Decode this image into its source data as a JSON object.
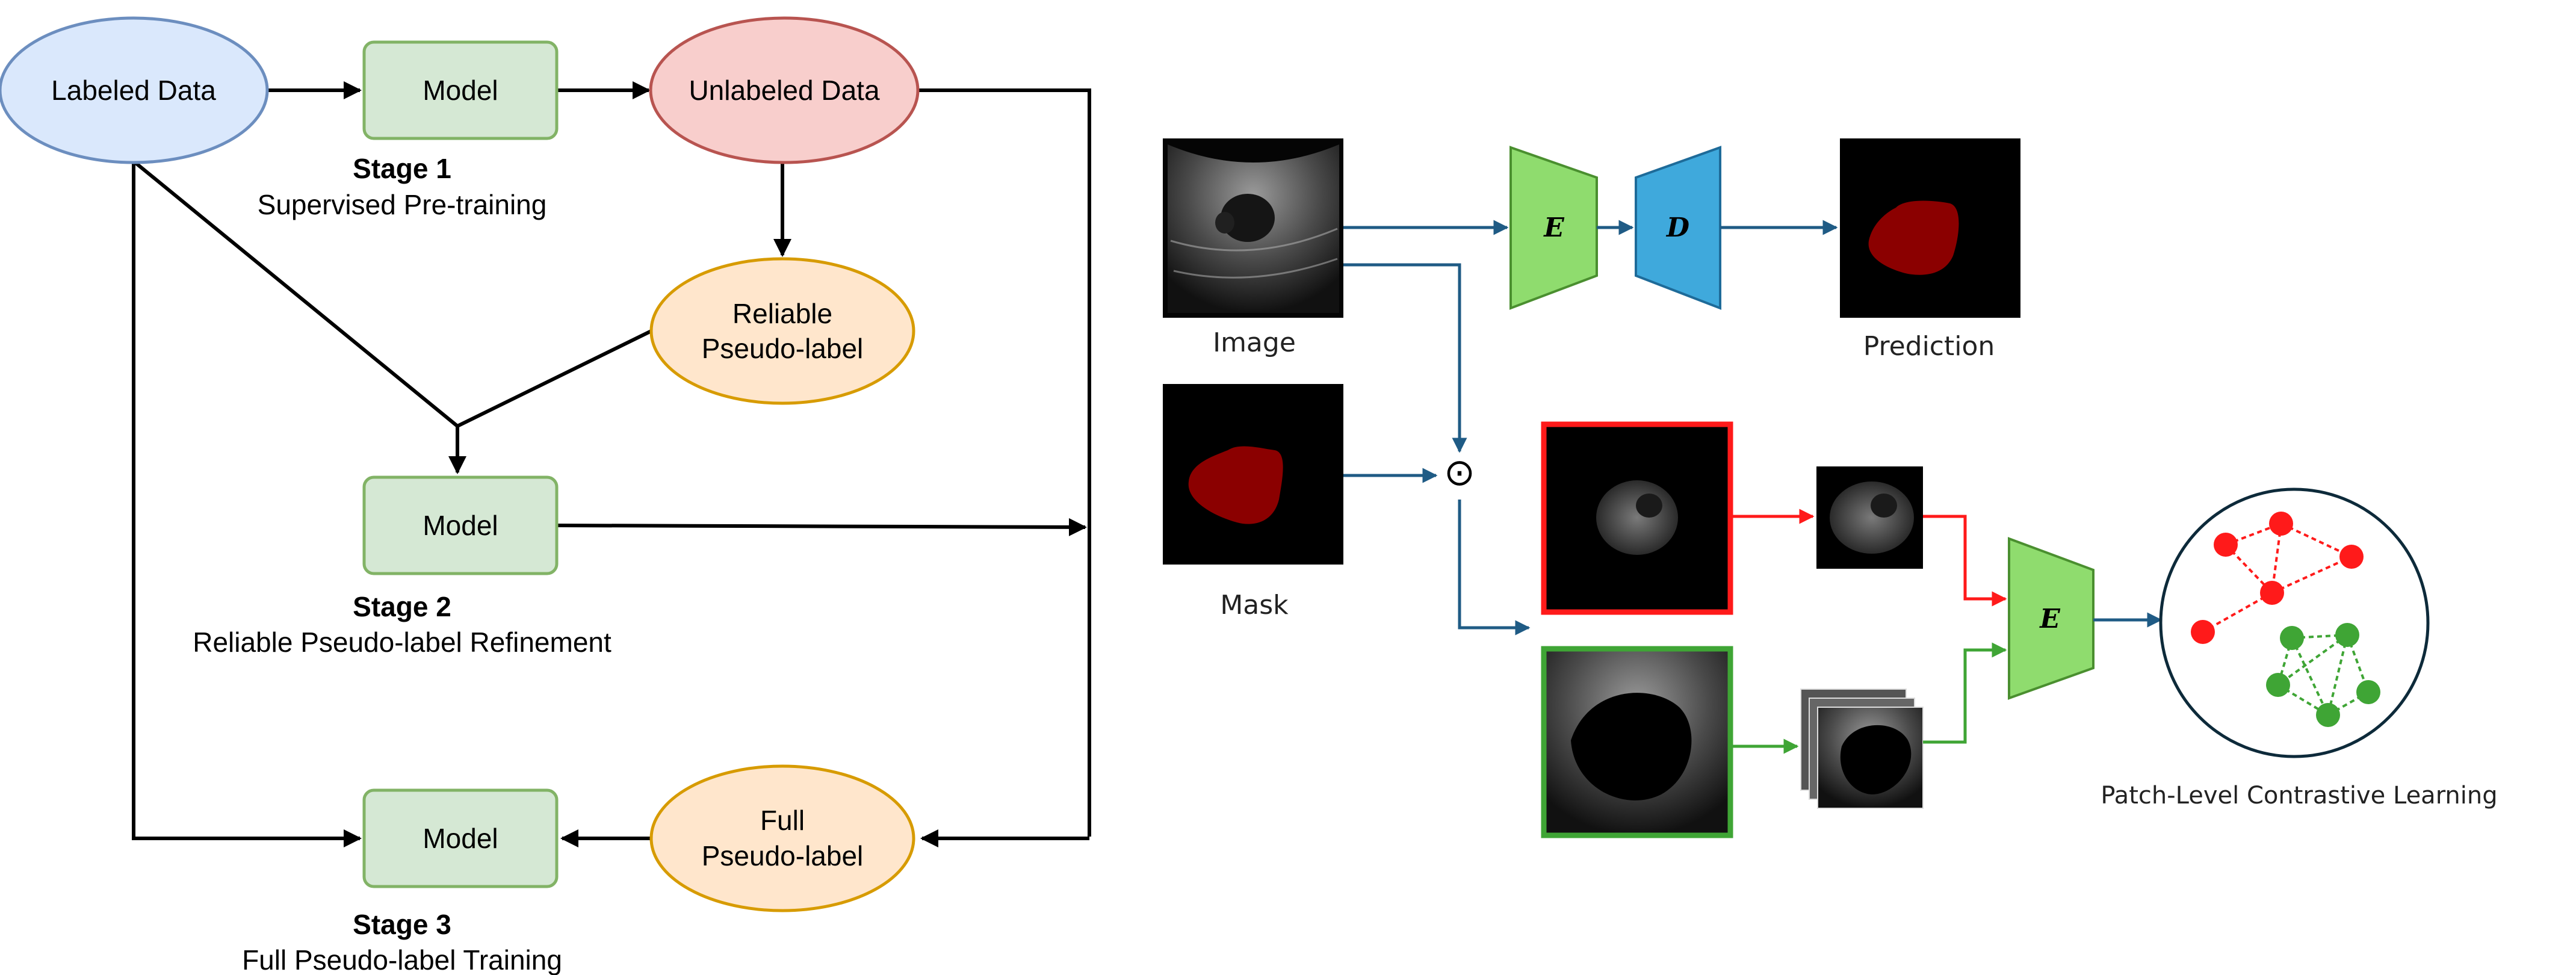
{
  "left": {
    "labeled_data": "Labeled Data",
    "model_1": "Model",
    "unlabeled_data": "Unlabeled Data",
    "reliable_pseudo_label": [
      "Reliable",
      "Pseudo-label"
    ],
    "model_2": "Model",
    "model_3": "Model",
    "full_pseudo_label": [
      "Full",
      "Pseudo-label"
    ],
    "stage1_title": "Stage 1",
    "stage1_sub": "Supervised Pre-training",
    "stage2_title": "Stage 2",
    "stage2_sub": "Reliable Pseudo-label Refinement",
    "stage3_title": "Stage 3",
    "stage3_sub": "Full Pseudo-label Training"
  },
  "right": {
    "image_caption": "Image",
    "mask_caption": "Mask",
    "prediction_caption": "Prediction",
    "encoder_label": "E",
    "decoder_label": "D",
    "encoder2_label": "E",
    "hadamard_symbol": "⊙",
    "contrastive_caption": "Patch-Level Contrastive Learning"
  },
  "colors": {
    "blue_node_fill": "#dae8fc",
    "blue_node_stroke": "#6c8ebf",
    "green_node_fill": "#d5e8d4",
    "green_node_stroke": "#82b366",
    "red_node_fill": "#f8cecc",
    "red_node_stroke": "#b85450",
    "orange_node_fill": "#ffe6cc",
    "orange_node_stroke": "#d79b00",
    "encoder_fill": "#8fdc6e",
    "decoder_fill": "#3fa9dc",
    "flow_arrow": "#1f5b85",
    "positive_red": "#ff1a1a",
    "negative_green": "#3fa535",
    "mask_region": "#8b0000"
  }
}
